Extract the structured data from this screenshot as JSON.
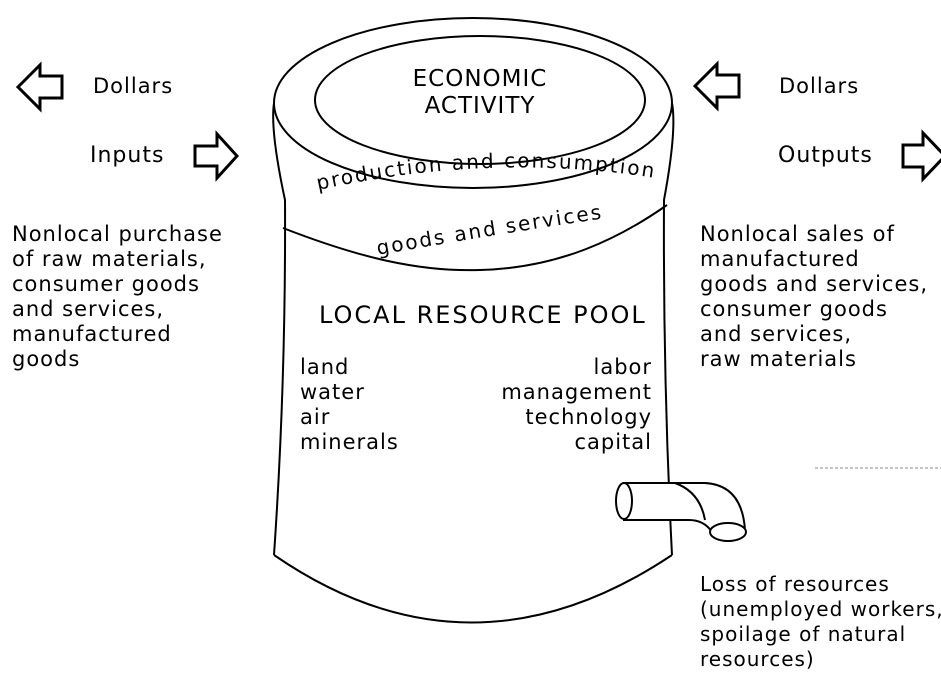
{
  "left": {
    "dollars_label": "Dollars",
    "inputs_label": "Inputs",
    "purchase_lines": [
      "Nonlocal purchase",
      "of raw materials,",
      "consumer goods",
      "and services,",
      "manufactured",
      "goods"
    ]
  },
  "right": {
    "dollars_label": "Dollars",
    "outputs_label": "Outputs",
    "sales_lines": [
      "Nonlocal sales of",
      "manufactured",
      "goods and services,",
      "consumer goods",
      "and services,",
      "raw materials"
    ]
  },
  "tank": {
    "activity_line1": "ECONOMIC",
    "activity_line2": "ACTIVITY",
    "band_line1": "production and consumption",
    "band_line2": "goods and services",
    "pool_title": "LOCAL RESOURCE POOL",
    "natural_resources": [
      "land",
      "water",
      "air",
      "minerals"
    ],
    "human_resources": [
      "labor",
      "management",
      "technology",
      "capital"
    ]
  },
  "loss": {
    "lines": [
      "Loss of resources",
      "(unemployed workers,",
      "spoilage of natural",
      "resources)"
    ]
  }
}
